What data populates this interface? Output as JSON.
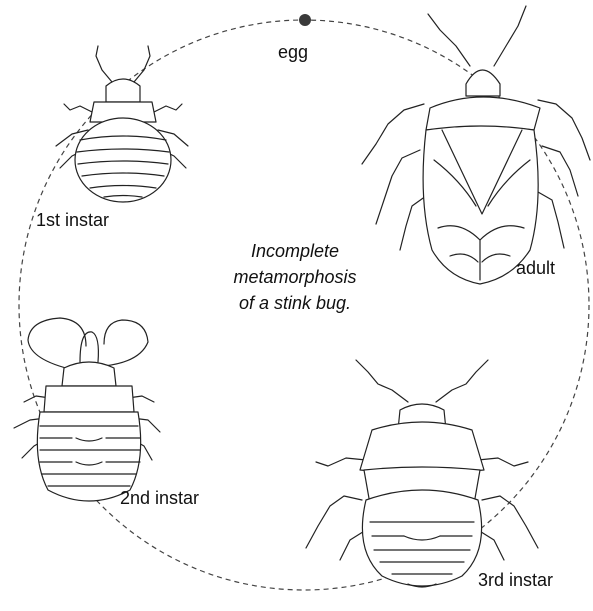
{
  "diagram": {
    "labels": {
      "egg": "egg",
      "instar1": "1st instar",
      "instar2": "2nd instar",
      "instar3": "3rd instar",
      "adult": "adult"
    },
    "caption_lines": [
      "Incomplete",
      "metamorphosis",
      "of a stink bug."
    ],
    "colors": {
      "line": "#222222",
      "egg_dot": "#3a3a3a",
      "background": "#ffffff"
    },
    "stages": [
      "egg",
      "1st instar",
      "2nd instar",
      "3rd instar",
      "adult"
    ]
  }
}
